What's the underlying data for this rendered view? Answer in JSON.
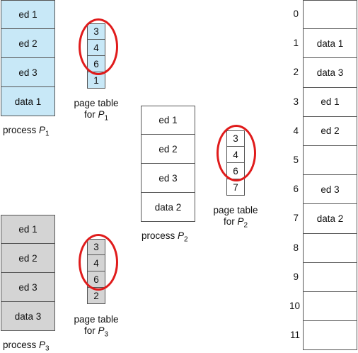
{
  "processes": [
    {
      "label": "process ",
      "sub": "1",
      "letter": "P",
      "fill": "#c8e8f7",
      "rows": [
        "ed 1",
        "ed 2",
        "ed 3",
        "data 1"
      ]
    },
    {
      "label": "process ",
      "sub": "2",
      "letter": "P",
      "fill": "#ffffff",
      "rows": [
        "ed 1",
        "ed 2",
        "ed 3",
        "data 2"
      ]
    },
    {
      "label": "process ",
      "sub": "3",
      "letter": "P",
      "fill": "#d4d4d4",
      "rows": [
        "ed 1",
        "ed 2",
        "ed 3",
        "data 3"
      ]
    }
  ],
  "page_tables": [
    {
      "line1": "page table",
      "line2": "for ",
      "letter": "P",
      "sub": "1",
      "fill": "#c8e8f7",
      "entries": [
        "3",
        "4",
        "6",
        "1"
      ]
    },
    {
      "line1": "page table",
      "line2": "for ",
      "letter": "P",
      "sub": "2",
      "fill": "#ffffff",
      "entries": [
        "3",
        "4",
        "6",
        "7"
      ]
    },
    {
      "line1": "page table",
      "line2": "for ",
      "letter": "P",
      "sub": "3",
      "fill": "#d4d4d4",
      "entries": [
        "3",
        "4",
        "6",
        "2"
      ]
    }
  ],
  "memory": {
    "frames": [
      {
        "num": "0",
        "content": ""
      },
      {
        "num": "1",
        "content": "data 1"
      },
      {
        "num": "2",
        "content": "data 3"
      },
      {
        "num": "3",
        "content": "ed 1"
      },
      {
        "num": "4",
        "content": "ed 2"
      },
      {
        "num": "5",
        "content": ""
      },
      {
        "num": "6",
        "content": "ed 3"
      },
      {
        "num": "7",
        "content": "data 2"
      },
      {
        "num": "8",
        "content": ""
      },
      {
        "num": "9",
        "content": ""
      },
      {
        "num": "10",
        "content": ""
      },
      {
        "num": "11",
        "content": ""
      }
    ]
  },
  "colors": {
    "highlight_ring": "#e01b1b",
    "border": "#555555"
  }
}
